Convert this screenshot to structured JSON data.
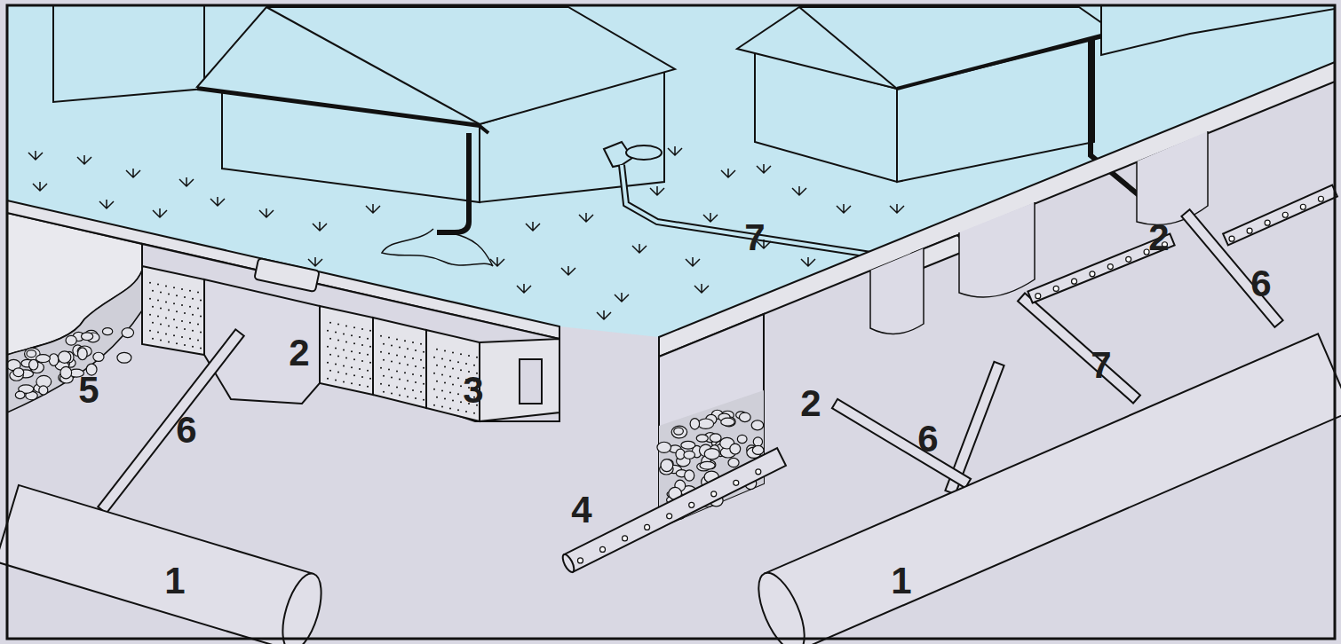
{
  "diagram": {
    "labels": [
      "7",
      "2",
      "6",
      "2",
      "7",
      "3",
      "5",
      "2",
      "6",
      "6",
      "4",
      "1",
      "1"
    ]
  }
}
